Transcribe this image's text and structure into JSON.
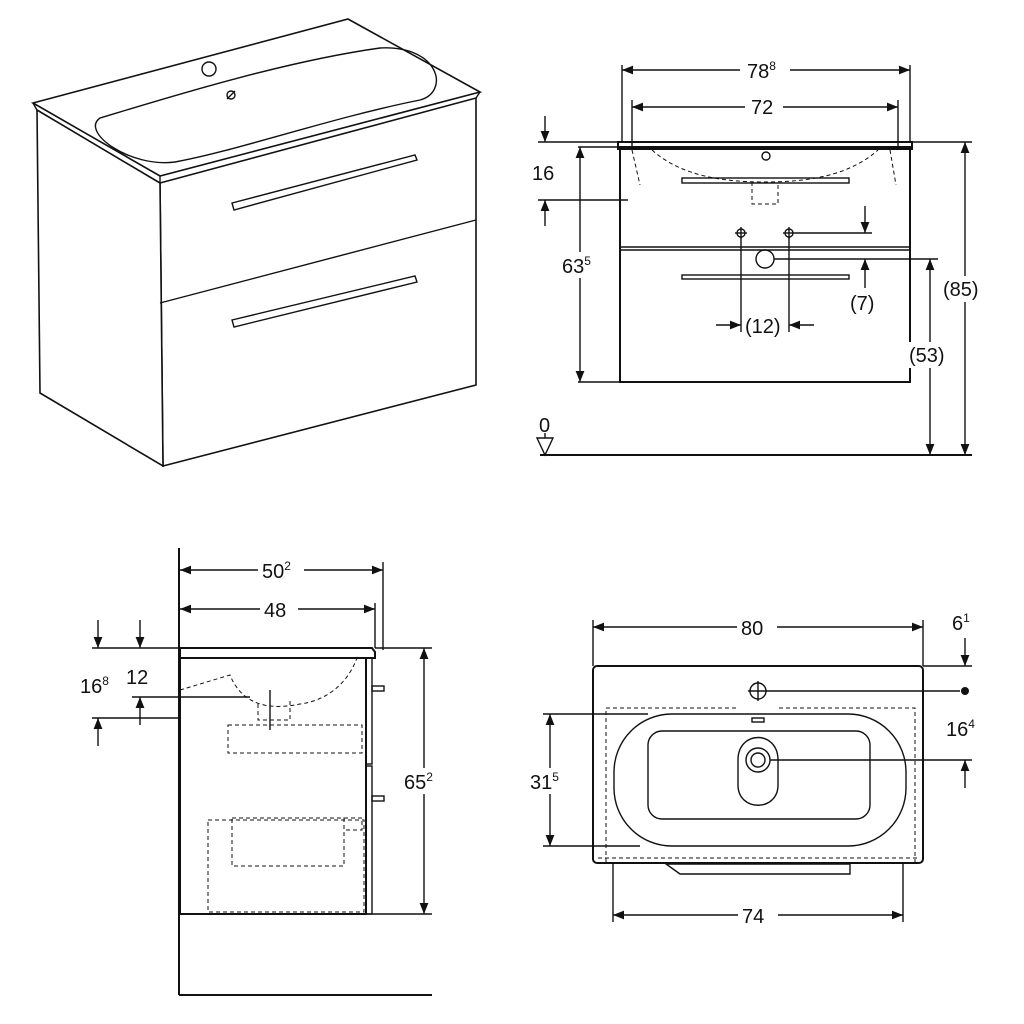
{
  "front_view": {
    "total_width": {
      "main": "78",
      "sup": "8"
    },
    "inner_width": "72",
    "top_thickness": "16",
    "cabinet_height": {
      "main": "63",
      "sup": "5"
    },
    "overall_height": "(85)",
    "drawer_height": "(53)",
    "trap_offset": "(7)",
    "pipe_spacing": "(12)",
    "floor_level": "0"
  },
  "side_view": {
    "total_depth": {
      "main": "50",
      "sup": "2"
    },
    "body_depth": "48",
    "top_a": {
      "main": "16",
      "sup": "8"
    },
    "top_b": "12",
    "height": {
      "main": "65",
      "sup": "2"
    }
  },
  "top_view": {
    "width": "80",
    "edge_offset": {
      "main": "6",
      "sup": "1"
    },
    "tap_offset": {
      "main": "16",
      "sup": "4"
    },
    "basin_depth": {
      "main": "31",
      "sup": "5"
    },
    "cabinet_width": "74"
  }
}
